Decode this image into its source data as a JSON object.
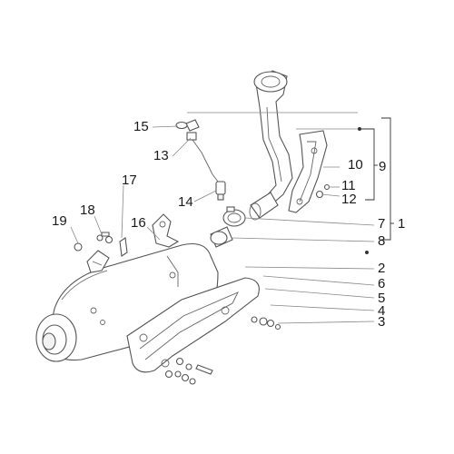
{
  "callouts": [
    {
      "id": "c15",
      "text": "15"
    },
    {
      "id": "c13",
      "text": "13"
    },
    {
      "id": "c14",
      "text": "14"
    },
    {
      "id": "c17",
      "text": "17"
    },
    {
      "id": "c18",
      "text": "18"
    },
    {
      "id": "c19",
      "text": "19"
    },
    {
      "id": "c16",
      "text": "16"
    },
    {
      "id": "c10",
      "text": "10"
    },
    {
      "id": "c9",
      "text": "9"
    },
    {
      "id": "c11",
      "text": "11"
    },
    {
      "id": "c12",
      "text": "12"
    },
    {
      "id": "c7",
      "text": "7"
    },
    {
      "id": "c1",
      "text": "1"
    },
    {
      "id": "c8",
      "text": "8"
    },
    {
      "id": "c2",
      "text": "2"
    },
    {
      "id": "c6",
      "text": "6"
    },
    {
      "id": "c5",
      "text": "5"
    },
    {
      "id": "c4",
      "text": "4"
    },
    {
      "id": "c3",
      "text": "3"
    }
  ],
  "colors": {
    "line": "#555555",
    "text": "#1a1a1a",
    "fill": "#ffffff"
  }
}
